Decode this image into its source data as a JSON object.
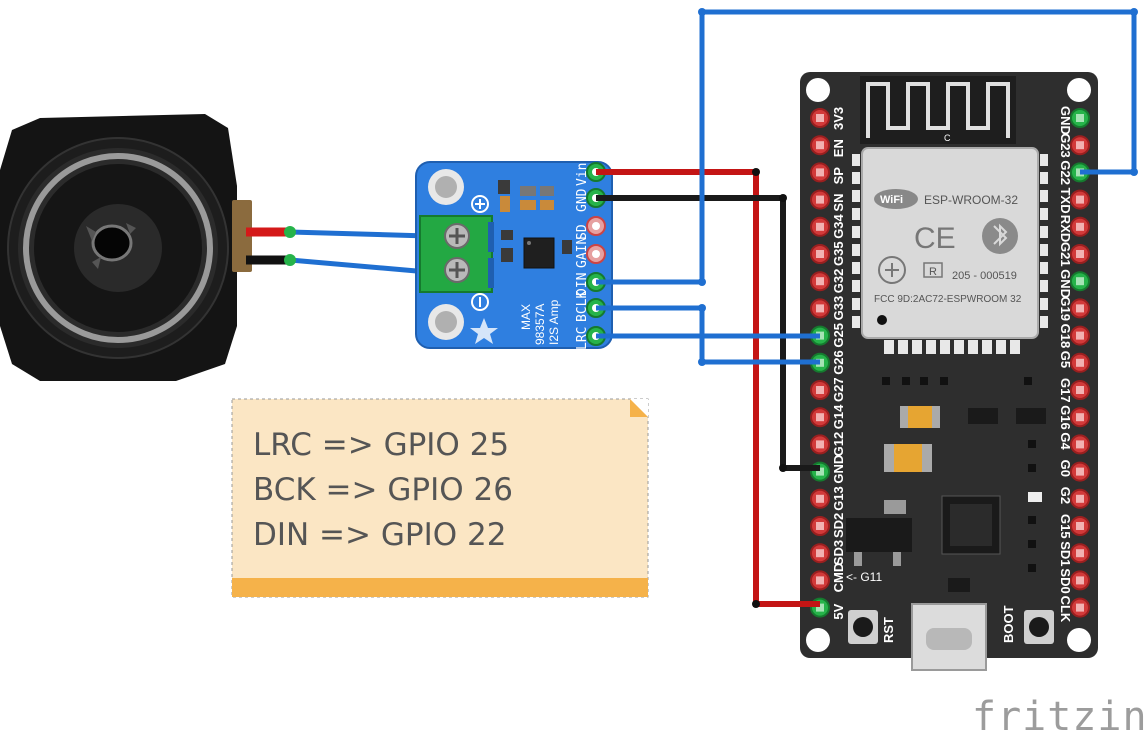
{
  "note": {
    "lines": [
      "LRC => GPIO 25",
      "BCK => GPIO 26",
      "DIN => GPIO 22"
    ]
  },
  "amp": {
    "pins": [
      "Vin",
      "GND",
      "SD",
      "GAIN",
      "DIN",
      "BCLK",
      "LRC"
    ],
    "chip_text": [
      "MAX",
      "98357A",
      "I2S Amp"
    ]
  },
  "esp32": {
    "left_pins": [
      "3V3",
      "EN",
      "SP",
      "SN",
      "G34",
      "G35",
      "G32",
      "G33",
      "G25",
      "G26",
      "G27",
      "G14",
      "G12",
      "GND",
      "G13",
      "SD2",
      "SD3",
      "CMD",
      "5V"
    ],
    "right_pins": [
      "GND",
      "G23",
      "G22",
      "TXD",
      "RXD",
      "G21",
      "GND",
      "G19",
      "G18",
      "G5",
      "G17",
      "G16",
      "G4",
      "G0",
      "G2",
      "G15",
      "SD1",
      "SD0",
      "CLK"
    ],
    "module_title": "ESP-WROOM-32",
    "module_badge": "WiFi",
    "ce_mark": "CE",
    "r_mark": "R",
    "cert_number": "205 - 000519",
    "fcc_text": "FCC 9D:2AC72-ESPWROOM 32",
    "antenna_label": "C",
    "g11_label": "<- G11",
    "rst_label": "RST",
    "boot_label": "BOOT"
  },
  "logo": {
    "text": "fritzing"
  },
  "colors": {
    "wire_blue": "#1f6fd1",
    "wire_red": "#c41515",
    "wire_black": "#1a1a1a",
    "amp_board": "#2f7fe0",
    "esp_board": "#2e2e2e",
    "note_bg": "#fbe6c4",
    "note_bar": "#f5b24a"
  }
}
